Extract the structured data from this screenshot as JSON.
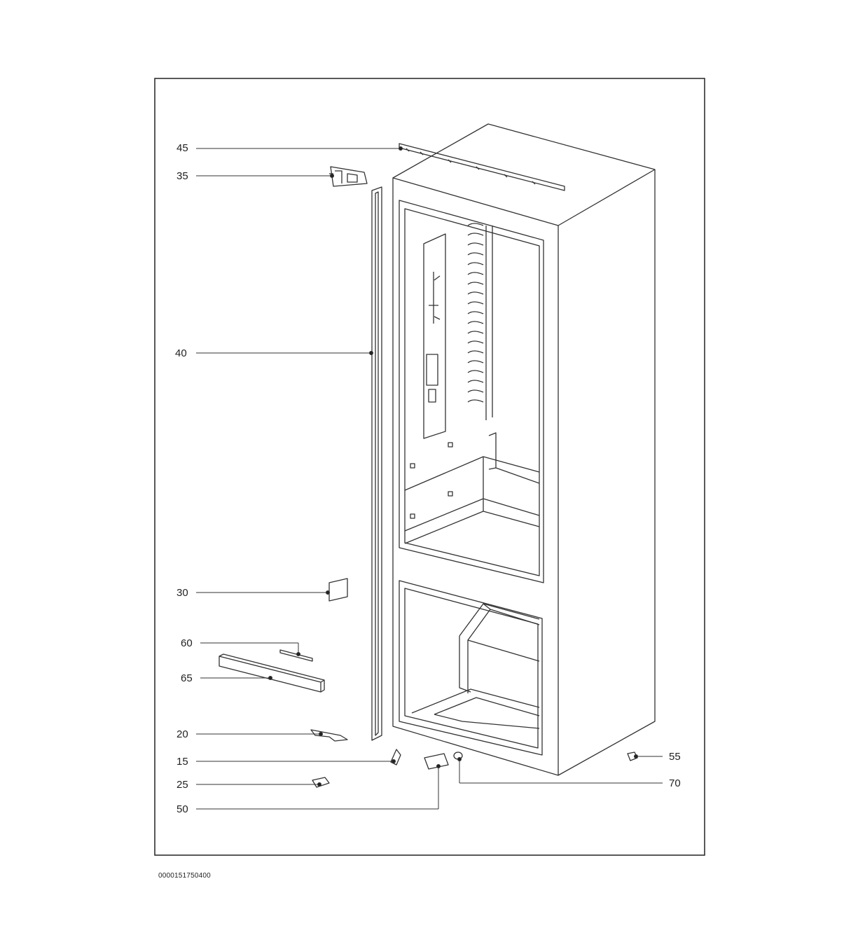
{
  "document_id": "0000151750400",
  "callouts": [
    {
      "id": "45",
      "label": "45"
    },
    {
      "id": "35",
      "label": "35"
    },
    {
      "id": "40",
      "label": "40"
    },
    {
      "id": "30",
      "label": "30"
    },
    {
      "id": "60",
      "label": "60"
    },
    {
      "id": "65",
      "label": "65"
    },
    {
      "id": "20",
      "label": "20"
    },
    {
      "id": "15",
      "label": "15"
    },
    {
      "id": "25",
      "label": "25"
    },
    {
      "id": "50",
      "label": "50"
    },
    {
      "id": "55",
      "label": "55"
    },
    {
      "id": "70",
      "label": "70"
    }
  ],
  "colors": {
    "line": "#222222",
    "background": "#ffffff"
  }
}
